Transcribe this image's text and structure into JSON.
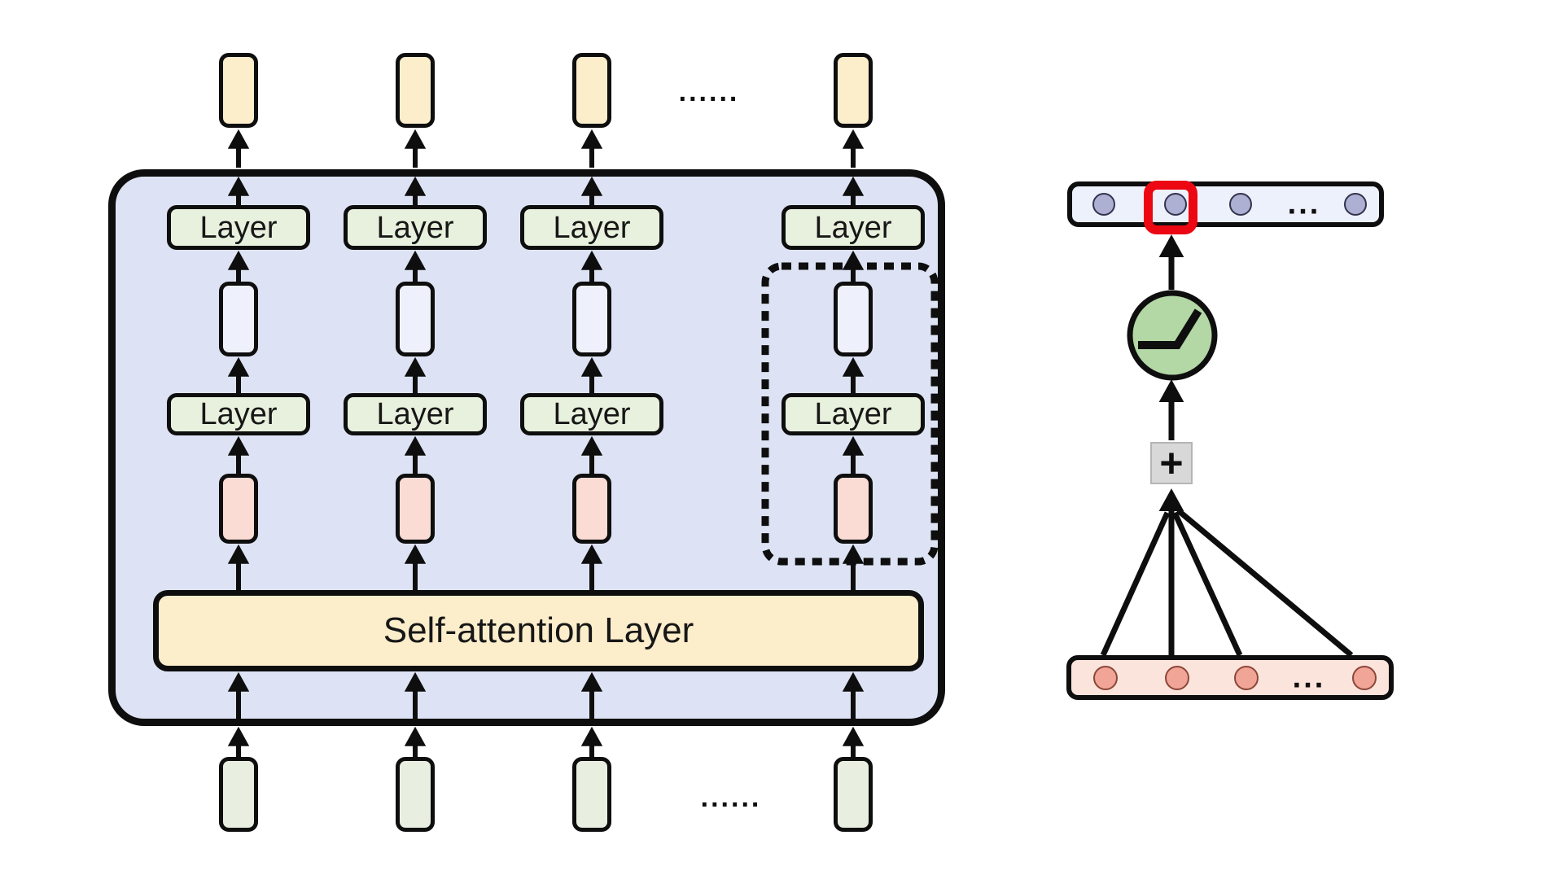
{
  "left_diagram": {
    "layer_label": "Layer",
    "self_attention_label": "Self-attention Layer",
    "top_ellipsis": "......",
    "bottom_ellipsis": "......",
    "columns": 4,
    "highlighted_column": 4
  },
  "right_diagram": {
    "sum_label": "+",
    "activation_icon": "relu-curve-icon",
    "output_bar": {
      "units": 4,
      "ellipsis": "...",
      "highlighted_unit": 2
    },
    "input_bar": {
      "units": 4,
      "ellipsis": "..."
    }
  },
  "colors": {
    "ink": "#0e0e0e",
    "page-bg": "#ffffff",
    "text-color": "#171717",
    "container-fill": "#dde3f4",
    "cream-fill": "#fcedcb",
    "layer-green-fill": "#e8f1dd",
    "cell-blue-fill": "#eef1fb",
    "cell-pink-fill": "#fadcd5",
    "input-green-fill": "#e8efe1",
    "bar-blue-fill": "#edf1fb",
    "unit-purple-fill": "#adb0d3",
    "unit-purple-stroke": "#33334d",
    "highlight-red": "#ec0712",
    "activation-green-fill": "#b3d7a5",
    "sum-gray-fill": "#d8d8d8",
    "sum-gray-stroke": "#b5b5b5",
    "bar-pink-fill": "#fbe4dc",
    "unit-salmon-fill": "#f0a596",
    "unit-salmon-stroke": "#8c4638"
  }
}
